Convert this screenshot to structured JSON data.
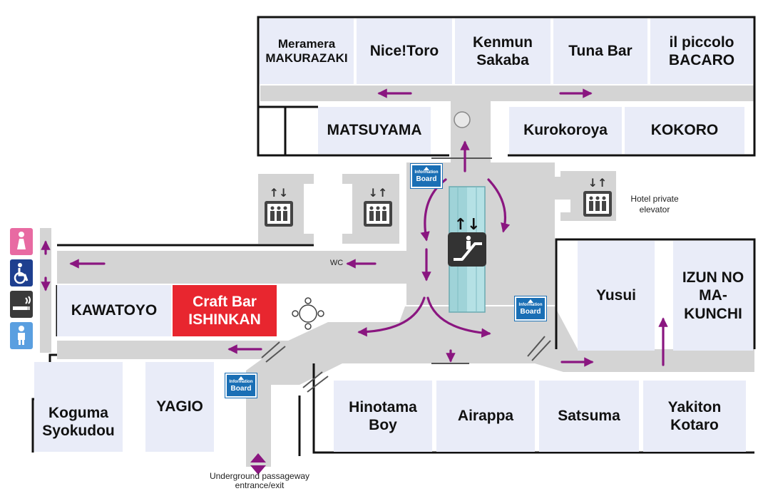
{
  "colors": {
    "corridor": "#d4d4d4",
    "shop_fill": "#e9ecf8",
    "featured": "#e8262f",
    "arrow": "#8a1680",
    "board": "#1a6fb5",
    "wall": "#111111",
    "escalator_glass": "#9fd3d8"
  },
  "shops": {
    "meramera": "Meramera\nMAKURAZAKI",
    "nicetoro": "Nice!Toro",
    "kenmun": "Kenmun\nSakaba",
    "tunabar": "Tuna Bar",
    "piccolo": "il piccolo\nBACARO",
    "matsuyama": "MATSUYAMA",
    "kurokoroya": "Kurokoroya",
    "kokoro": "KOKORO",
    "kawatoyo": "KAWATOYO",
    "ishinkan": "Craft Bar\nISHINKAN",
    "yusui": "Yusui",
    "izun": "IZUN NO\nMA-\nKUNCHI",
    "koguma": "Koguma\nSyokudou",
    "yagio": "YAGIO",
    "hinotama": "Hinotama\nBoy",
    "airappa": "Airappa",
    "satsuma": "Satsuma",
    "yakiton": "Yakiton\nKotaro"
  },
  "labels": {
    "wc": "WC",
    "hotel_elevator": "Hotel private\nelevator",
    "underground": "Underground passageway\nentrance/exit",
    "board_small": "Information",
    "board_big": "Board"
  },
  "icons": {
    "elevator": "elevator-icon",
    "escalator": "escalator-icon",
    "restroom_female": "female-restroom-icon",
    "wheelchair": "wheelchair-icon",
    "smoking": "smoking-area-icon",
    "restroom_male": "male-restroom-icon",
    "table": "table-seating-icon"
  }
}
